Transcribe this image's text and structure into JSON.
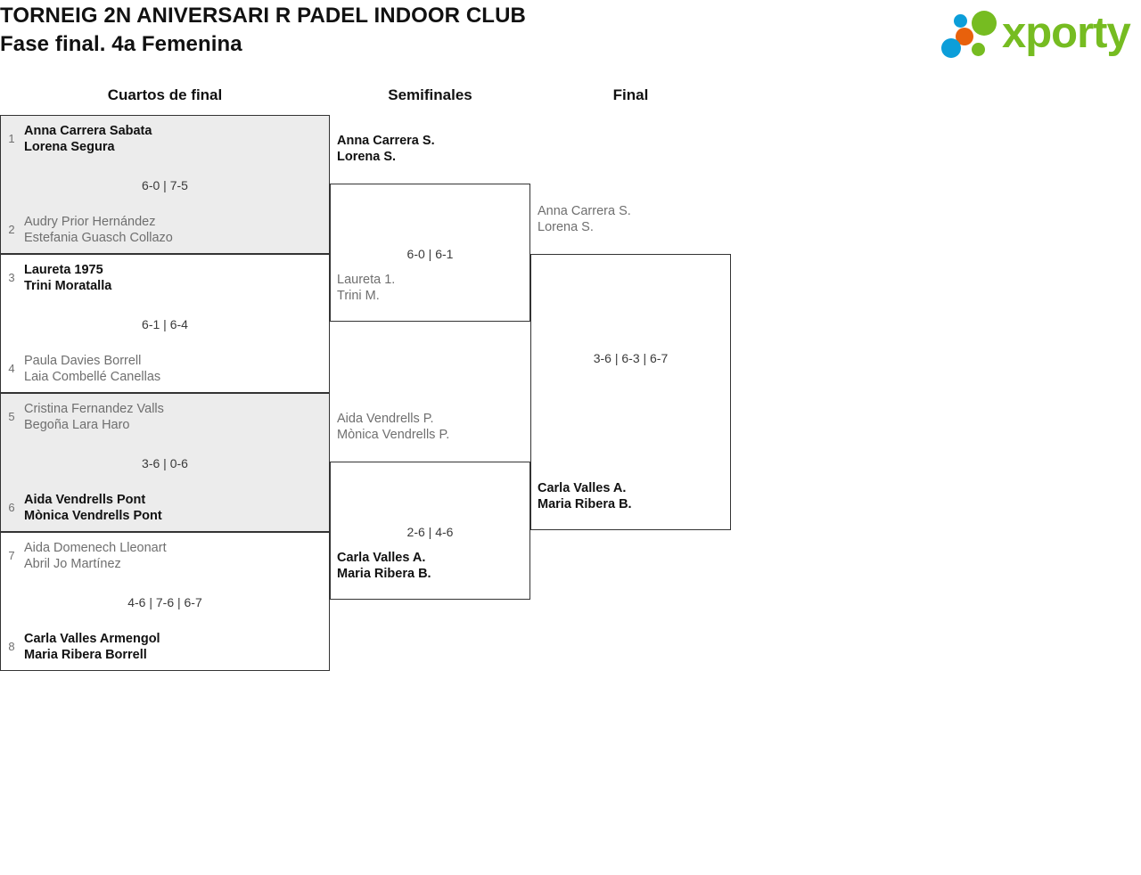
{
  "header": {
    "title_line1": "TORNEIG 2N ANIVERSARI R PADEL INDOOR CLUB",
    "title_line2": "Fase final. 4a Femenina",
    "logo_text": "xporty",
    "logo_colors": {
      "green": "#76bc21",
      "blue": "#0c9ed9",
      "orange": "#e8610c"
    }
  },
  "rounds": [
    {
      "label": "Cuartos de final"
    },
    {
      "label": "Semifinales"
    },
    {
      "label": "Final"
    }
  ],
  "quarterfinals": [
    {
      "shaded": true,
      "score": "6-0 | 7-5",
      "top": {
        "seed": "1",
        "player1": "Anna Carrera Sabata",
        "player2": "Lorena Segura",
        "winner": true
      },
      "bottom": {
        "seed": "2",
        "player1": "Audry Prior Hernández",
        "player2": "Estefania Guasch Collazo",
        "winner": false
      }
    },
    {
      "shaded": false,
      "score": "6-1 | 6-4",
      "top": {
        "seed": "3",
        "player1": "Laureta 1975",
        "player2": "Trini Moratalla",
        "winner": true
      },
      "bottom": {
        "seed": "4",
        "player1": "Paula Davies Borrell",
        "player2": "Laia Combellé Canellas",
        "winner": false
      }
    },
    {
      "shaded": true,
      "score": "3-6 | 0-6",
      "top": {
        "seed": "5",
        "player1": "Cristina Fernandez Valls",
        "player2": "Begoña Lara Haro",
        "winner": false
      },
      "bottom": {
        "seed": "6",
        "player1": "Aida Vendrells Pont",
        "player2": "Mònica Vendrells Pont",
        "winner": true
      }
    },
    {
      "shaded": false,
      "score": "4-6 | 7-6 | 6-7",
      "top": {
        "seed": "7",
        "player1": "Aida Domenech Lleonart",
        "player2": "Abril Jo Martínez",
        "winner": false
      },
      "bottom": {
        "seed": "8",
        "player1": "Carla Valles Armengol",
        "player2": "Maria Ribera Borrell",
        "winner": true
      }
    }
  ],
  "semifinals": [
    {
      "score": "6-0 | 6-1",
      "top": {
        "player1": "Anna Carrera S.",
        "player2": "Lorena S.",
        "winner": true
      },
      "bottom": {
        "player1": "Laureta 1.",
        "player2": "Trini M.",
        "winner": false
      }
    },
    {
      "score": "2-6 | 4-6",
      "top": {
        "player1": "Aida Vendrells P.",
        "player2": "Mònica Vendrells P.",
        "winner": false
      },
      "bottom": {
        "player1": "Carla Valles A.",
        "player2": "Maria Ribera B.",
        "winner": true
      }
    }
  ],
  "final": [
    {
      "score": "3-6 | 6-3 | 6-7",
      "top": {
        "player1": "Anna Carrera S.",
        "player2": "Lorena S.",
        "winner": false
      },
      "bottom": {
        "player1": "Carla Valles A.",
        "player2": "Maria Ribera B.",
        "winner": true
      }
    }
  ]
}
